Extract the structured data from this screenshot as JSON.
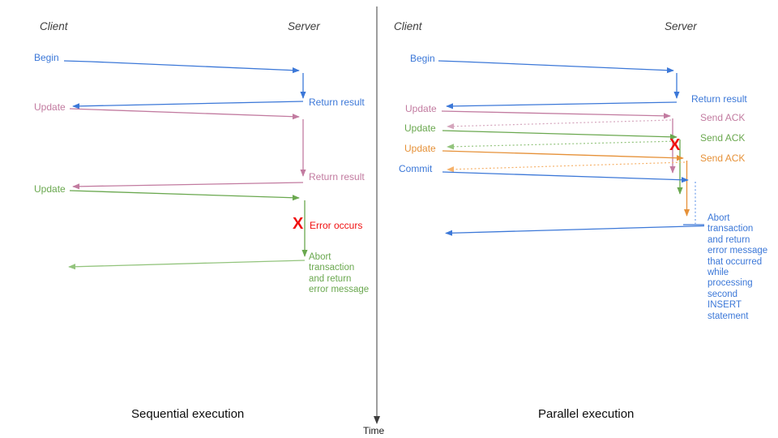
{
  "colors": {
    "blue": "#3c78d8",
    "pink": "#c27ba0",
    "green": "#6aa84f",
    "light_green": "#93c47d",
    "orange": "#e69138",
    "light_pink": "#d5a6bd",
    "light_orange": "#f6b26b",
    "light_blue": "#6d9eeb",
    "red": "#f01010",
    "axis": "#3d3d3d"
  },
  "left_panel": {
    "client_header": "Client",
    "server_header": "Server",
    "caption": "Sequential execution",
    "labels": {
      "begin": "Begin",
      "return_result_1": "Return result",
      "update_1": "Update",
      "return_result_2": "Return result",
      "update_2": "Update",
      "error_mark": "X",
      "error_occurs": "Error occurs",
      "abort_note": "Abort\ntransaction\nand return\nerror message"
    }
  },
  "right_panel": {
    "client_header": "Client",
    "server_header": "Server",
    "caption": "Parallel execution",
    "labels": {
      "begin": "Begin",
      "return_result": "Return result",
      "update_1": "Update",
      "send_ack_1": "Send ACK",
      "update_2": "Update",
      "send_ack_2": "Send ACK",
      "update_3": "Update",
      "send_ack_3": "Send ACK",
      "commit": "Commit",
      "error_mark": "X",
      "abort_note": "Abort\ntransaction\nand return\nerror message\nthat occurred\nwhile\nprocessing\nsecond\nINSERT\nstatement"
    }
  },
  "time_axis": {
    "label": "Time"
  }
}
